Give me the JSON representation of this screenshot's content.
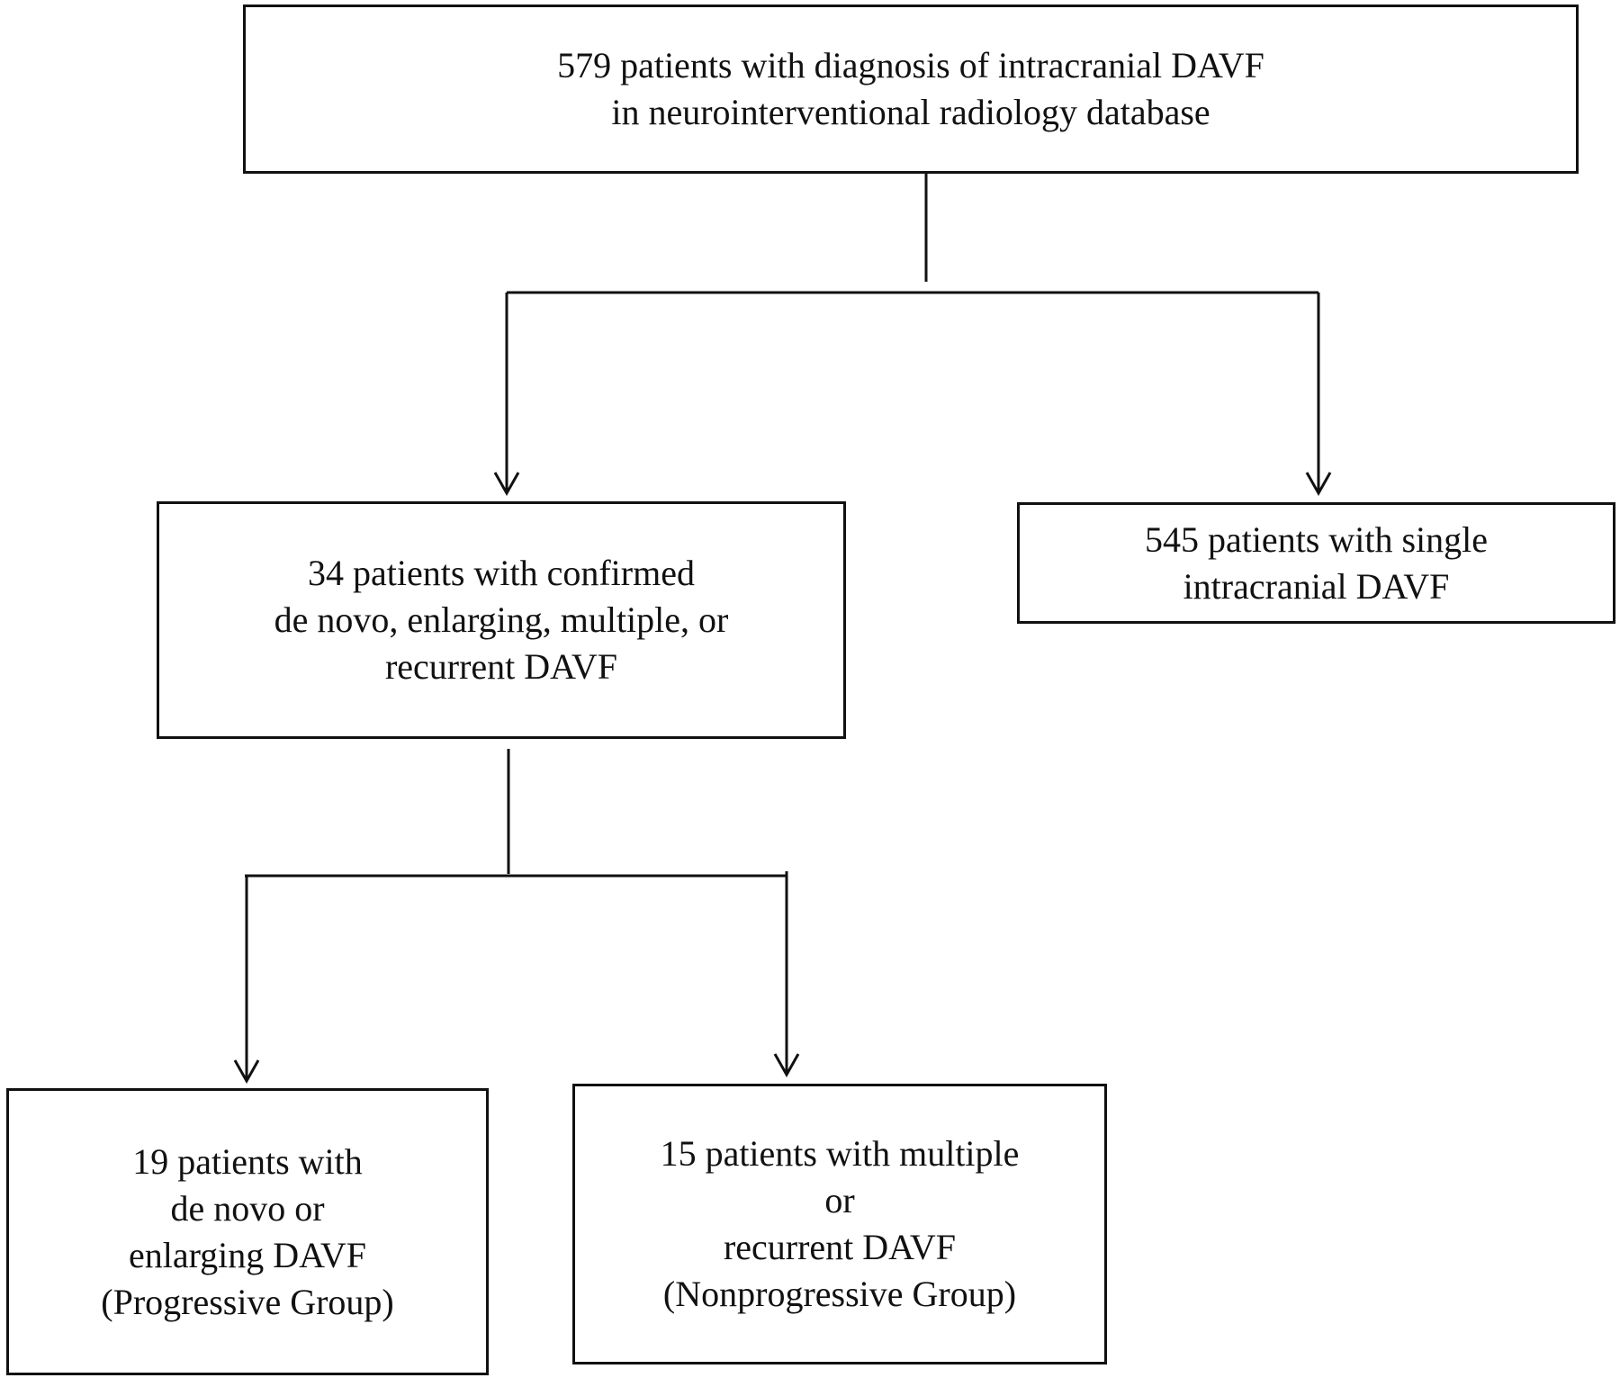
{
  "boxes": {
    "database": {
      "lines": [
        "579 patients with diagnosis of intracranial DAVF",
        "in neurointerventional radiology database"
      ]
    },
    "confirmed": {
      "lines": [
        "34 patients with confirmed",
        "de novo, enlarging, multiple, or",
        "recurrent DAVF"
      ]
    },
    "single": {
      "lines": [
        "545 patients with single",
        "intracranial DAVF"
      ]
    },
    "progressive": {
      "lines": [
        "19 patients with",
        "de novo or",
        "enlarging DAVF",
        "(Progressive Group)"
      ]
    },
    "nonprogressive": {
      "lines": [
        "15 patients with multiple",
        "or",
        "recurrent DAVF",
        "(Nonprogressive Group)"
      ]
    }
  }
}
